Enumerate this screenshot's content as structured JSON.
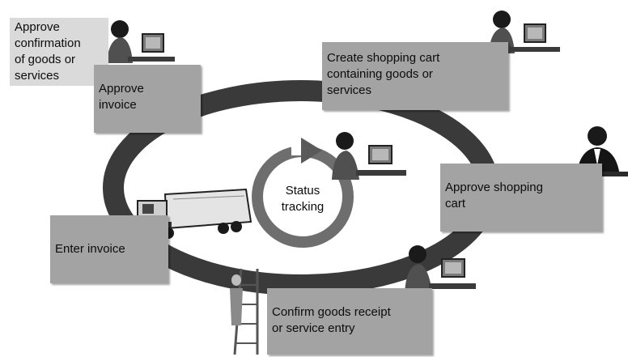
{
  "diagram": {
    "center_label": "Status\ntracking",
    "steps": {
      "approve_confirmation": "Approve\nconfirmation\nof goods or\nservices",
      "approve_invoice": "Approve\ninvoice",
      "create_cart": "Create shopping cart\ncontaining goods or\nservices",
      "approve_cart": "Approve shopping\ncart",
      "confirm_receipt": "Confirm goods receipt\nor service entry",
      "enter_invoice": "Enter invoice"
    },
    "colors": {
      "ring": "#3a3a3a",
      "status_arrow": "#6a6a6a",
      "box": "#a3a3a3",
      "box_light": "#dadada"
    },
    "icons": [
      "person-at-computer-icon",
      "businessman-icon",
      "truck-icon",
      "worker-with-ladder-icon"
    ]
  }
}
